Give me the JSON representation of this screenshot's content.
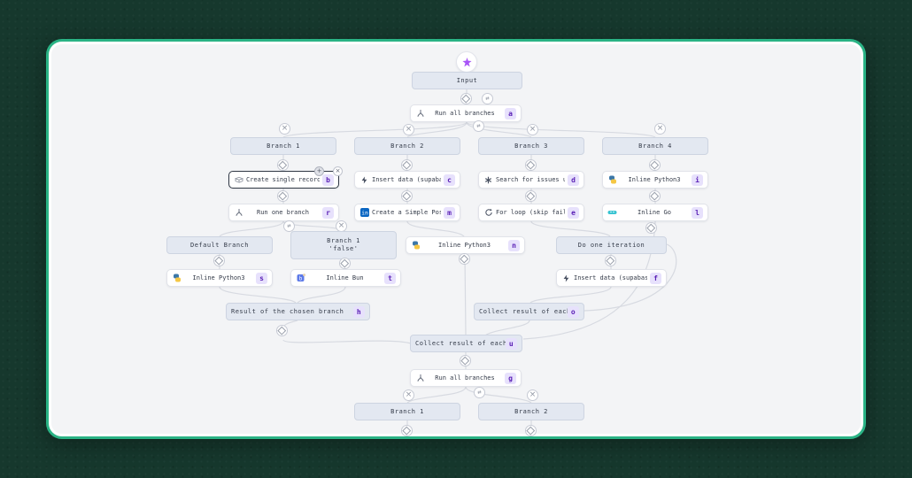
{
  "colors": {
    "page_background": "#16382d",
    "card_border_accent": "#2ab385",
    "canvas_background": "#f3f4f6",
    "header_node_fill": "#e3e8f1",
    "edge_stroke": "#d7dae1",
    "hint_badge_bg": "#e7e1fc",
    "hint_badge_text": "#5b21b6",
    "trigger_accent": "#a855f7"
  },
  "icons": {
    "trigger": "spark-icon",
    "branch_split": "branch-split-icon",
    "airtable": "airtable-icon",
    "supabase": "lightning-bolt-icon",
    "jira": "asterisk-icon",
    "python": "python-icon",
    "linkedin": "linkedin-icon",
    "loop": "loop-arrow-icon",
    "go": "go-gopher-icon",
    "bun": "bun-icon",
    "add": "diamond-plus-icon",
    "remove": "x-icon",
    "swap": "swap-arrows-icon"
  },
  "flow": {
    "input": {
      "label": "Input"
    },
    "run_all_top": {
      "label": "Run all branches",
      "hint": "a"
    },
    "branches": {
      "b1": {
        "label": "Branch 1"
      },
      "b2": {
        "label": "Branch 2"
      },
      "b3": {
        "label": "Branch 3"
      },
      "b4": {
        "label": "Branch 4"
      }
    },
    "nodes": {
      "create_record": {
        "label": "Create single record (airtable)",
        "hint": "b"
      },
      "insert_data": {
        "label": "Insert data (supabase)",
        "hint": "c"
      },
      "search_jql": {
        "label": "Search for issues using JQL (...",
        "hint": "d"
      },
      "inline_python_b4": {
        "label": "Inline Python3",
        "hint": "i"
      },
      "run_one": {
        "label": "Run one branch",
        "hint": "r"
      },
      "simple_post": {
        "label": "Create a Simple Post (User) (...",
        "hint": "m"
      },
      "for_loop": {
        "label": "For loop (skip failures)",
        "hint": "e"
      },
      "inline_go": {
        "label": "Inline Go",
        "hint": "l"
      },
      "default_branch": {
        "label": "Default Branch"
      },
      "branch1_false": {
        "label": "Branch 1",
        "sublabel": "'false'"
      },
      "inline_python_mid": {
        "label": "Inline Python3",
        "hint": "n"
      },
      "do_one_iteration": {
        "label": "Do one iteration"
      },
      "inline_python_def": {
        "label": "Inline Python3",
        "hint": "s"
      },
      "inline_bun": {
        "label": "Inline Bun",
        "hint": "t"
      },
      "insert_data_iter": {
        "label": "Insert data (supabase)",
        "hint": "f"
      },
      "result_chosen": {
        "label": "Result of the chosen branch",
        "hint": "h"
      },
      "collect_iter": {
        "label": "Collect result of each iteration",
        "hint": "o"
      },
      "collect_branch": {
        "label": "Collect result of each branch",
        "hint": "u"
      },
      "run_all_bottom": {
        "label": "Run all branches",
        "hint": "g"
      },
      "branch1_bottom": {
        "label": "Branch 1"
      },
      "branch2_bottom": {
        "label": "Branch 2"
      }
    }
  }
}
